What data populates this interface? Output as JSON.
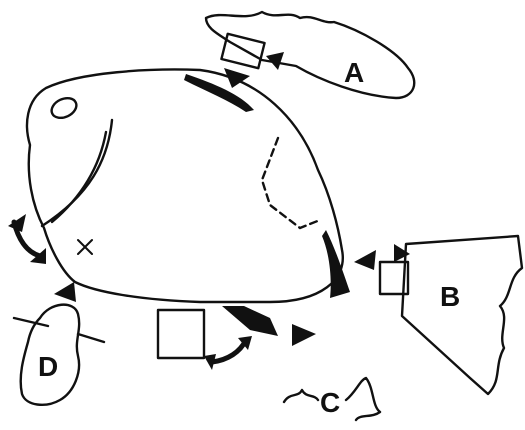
{
  "diagram": {
    "labels": {
      "a": "A",
      "b": "B",
      "c": "C",
      "d": "D"
    },
    "colors": {
      "ink": "#111111",
      "paper": "#ffffff"
    }
  }
}
